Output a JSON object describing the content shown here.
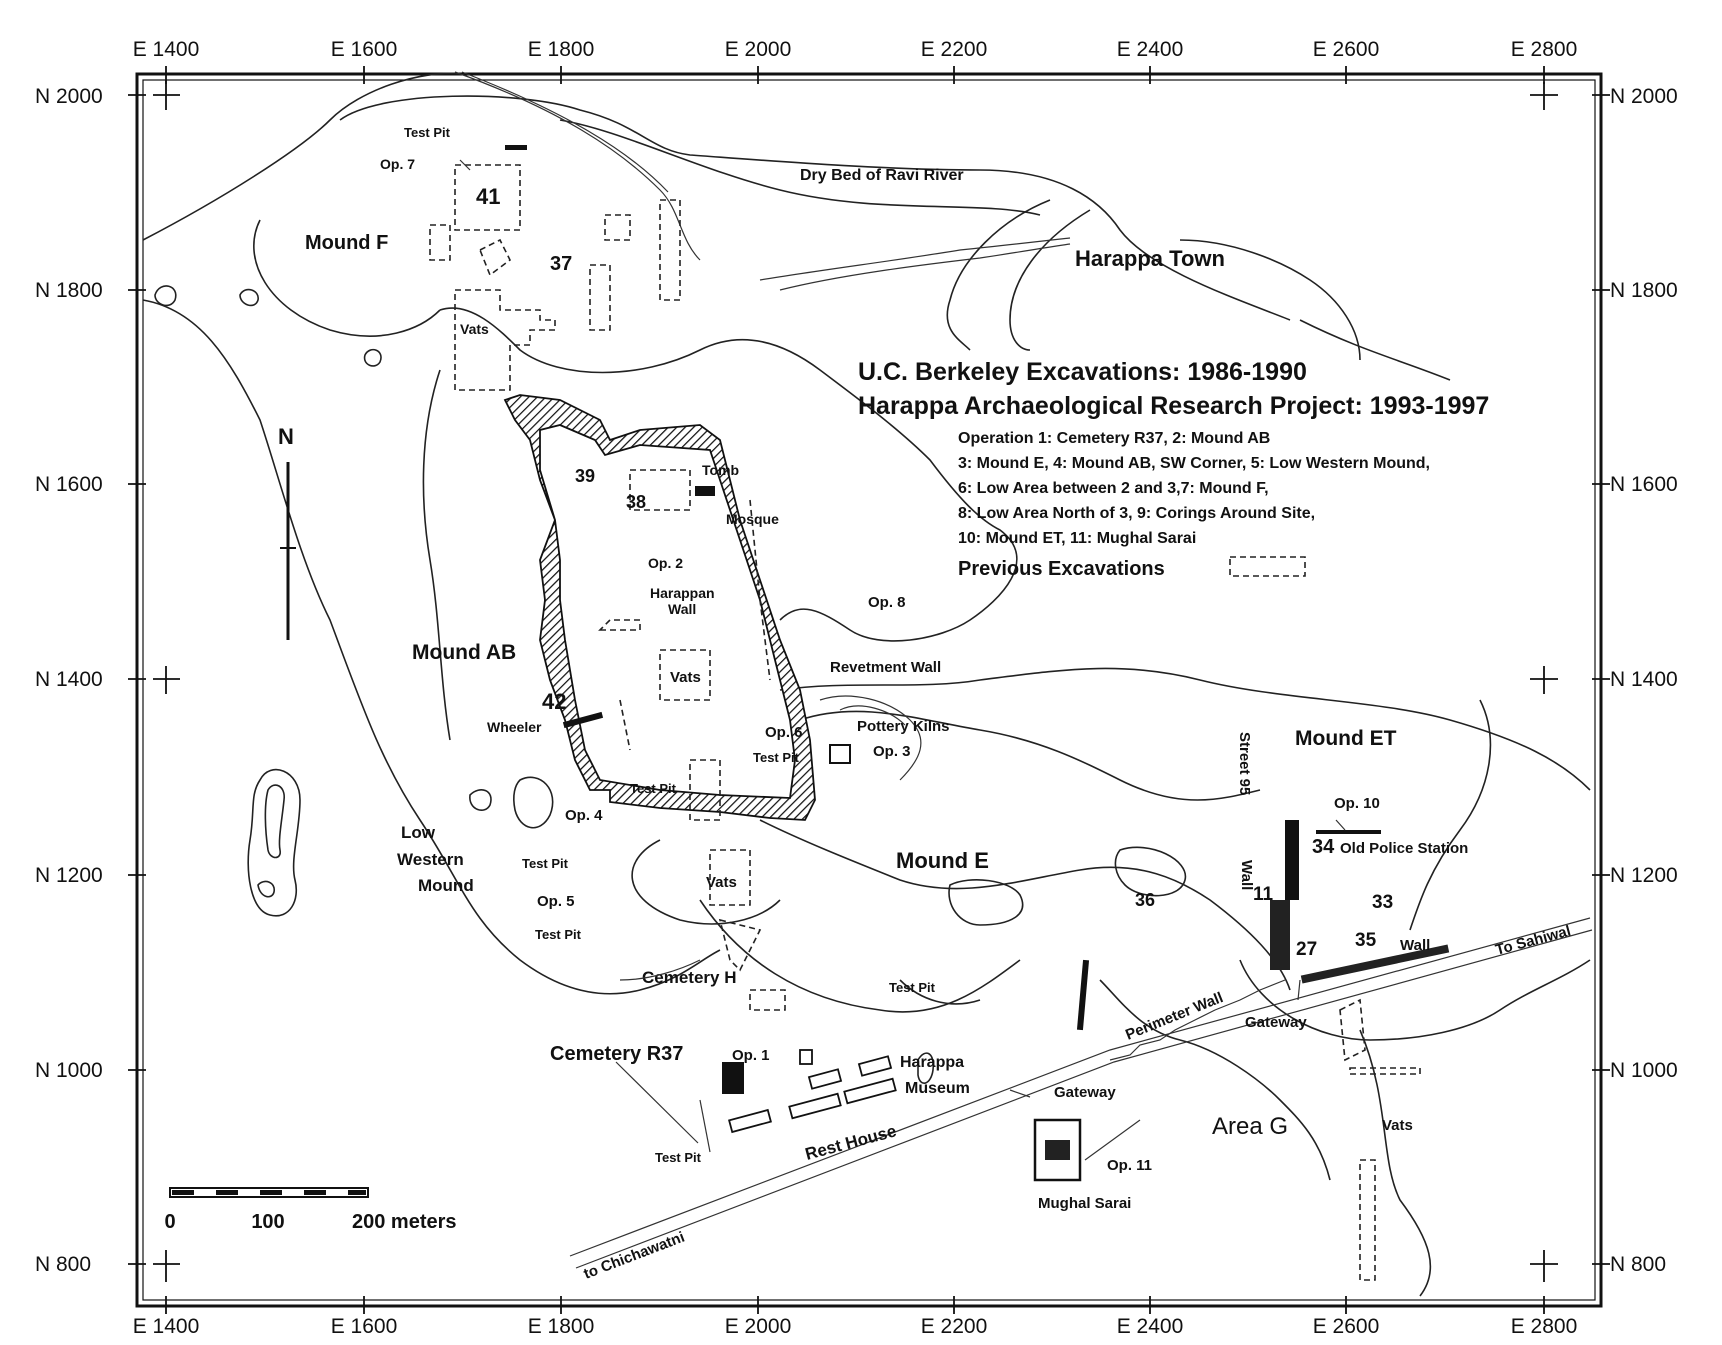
{
  "map": {
    "title_lines": [
      "U.C. Berkeley Excavations: 1986-1990",
      "Harappa Archaeological Research Project: 1993-1997"
    ],
    "legend_lines": [
      "Operation 1: Cemetery R37, 2: Mound AB",
      "3: Mound E, 4: Mound AB, SW Corner, 5: Low Western Mound,",
      "6: Low Area between 2 and 3,7: Mound F,",
      "8: Low Area North of 3, 9: Corings Around Site,",
      "10: Mound ET, 11: Mughal Sarai"
    ],
    "previous_excavations_label": "Previous Excavations",
    "north_label": "N",
    "scale_bar": {
      "labels": [
        "0",
        "100",
        "200 meters"
      ]
    },
    "axes": {
      "easting_labels": [
        "E 1400",
        "E 1600",
        "E 1800",
        "E 2000",
        "E 2200",
        "E 2400",
        "E 2600",
        "E 2800"
      ],
      "northing_labels": [
        "N 2000",
        "N 1800",
        "N 1600",
        "N 1400",
        "N 1200",
        "N 1000",
        "N 800"
      ]
    },
    "labels": {
      "dry_bed": "Dry Bed of Ravi River",
      "harappa_town": "Harappa Town",
      "mound_f": "Mound F",
      "test_pit_top": "Test Pit",
      "op7": "Op. 7",
      "n41": "41",
      "n37": "37",
      "vats_f": "Vats",
      "n39": "39",
      "n38": "38",
      "tomb": "Tomb",
      "mosque": "Mosque",
      "op2": "Op. 2",
      "harappan_wall": "Harappan\nWall",
      "op8": "Op. 8",
      "mound_ab": "Mound AB",
      "n42": "42",
      "wheeler": "Wheeler",
      "vats_ab": "Vats",
      "revetment": "Revetment Wall",
      "pottery_kilns": "Pottery Kilns",
      "op6": "Op. 6",
      "test_pit_op6": "Test Pit",
      "op3": "Op. 3",
      "test_pit_op4": "Test Pit",
      "op4": "Op. 4",
      "low_western": "Low",
      "low_western2": "Western",
      "low_western3": "Mound",
      "test_pit_op5": "Test Pit",
      "op5": "Op. 5",
      "test_pit_lw": "Test Pit",
      "vats_center": "Vats",
      "mound_e": "Mound E",
      "n36": "36",
      "mound_et": "Mound ET",
      "op10": "Op. 10",
      "street95": "Street 95",
      "wall_vert": "Wall",
      "n34": "34",
      "old_police": "Old Police Station",
      "n11": "11",
      "n33": "33",
      "n27": "27",
      "n35": "35",
      "wall_e": "Wall",
      "to_sahiwal": "To Sahiwal",
      "cemetery_h": "Cemetery H",
      "test_pit_center": "Test Pit",
      "perimeter_wall": "Perimeter Wall",
      "gateway_e": "Gateway",
      "cemetery_r37": "Cemetery R37",
      "op1": "Op. 1",
      "harappa_museum_1": "Harappa",
      "harappa_museum_2": "Museum",
      "gateway_s": "Gateway",
      "area_g": "Area G",
      "vats_g": "Vats",
      "rest_house": "Rest House",
      "test_pit_bottom": "Test Pit",
      "op11": "Op. 11",
      "mughal_sarai": "Mughal Sarai",
      "to_chichawatni": "to Chichawatni"
    }
  }
}
